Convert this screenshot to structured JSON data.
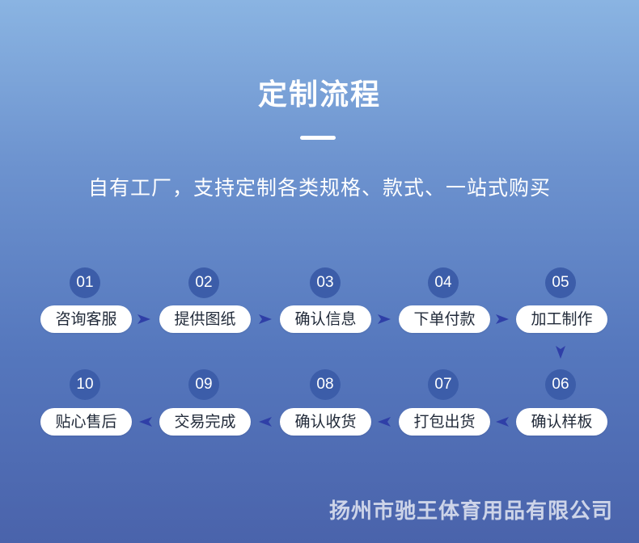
{
  "title": "定制流程",
  "subtitle": "自有工厂，支持定制各类规格、款式、一站式购买",
  "steps": [
    {
      "num": "01",
      "label": "咨询客服"
    },
    {
      "num": "02",
      "label": "提供图纸"
    },
    {
      "num": "03",
      "label": "确认信息"
    },
    {
      "num": "04",
      "label": "下单付款"
    },
    {
      "num": "05",
      "label": "加工制作"
    },
    {
      "num": "06",
      "label": "确认样板"
    },
    {
      "num": "07",
      "label": "打包出货"
    },
    {
      "num": "08",
      "label": "确认收货"
    },
    {
      "num": "09",
      "label": "交易完成"
    },
    {
      "num": "10",
      "label": "贴心售后"
    }
  ],
  "company": "扬州市驰王体育用品有限公司",
  "colors": {
    "badge": "#3c5da9",
    "arrow": "#2f3fa7",
    "pill_bg": "#ffffff"
  }
}
